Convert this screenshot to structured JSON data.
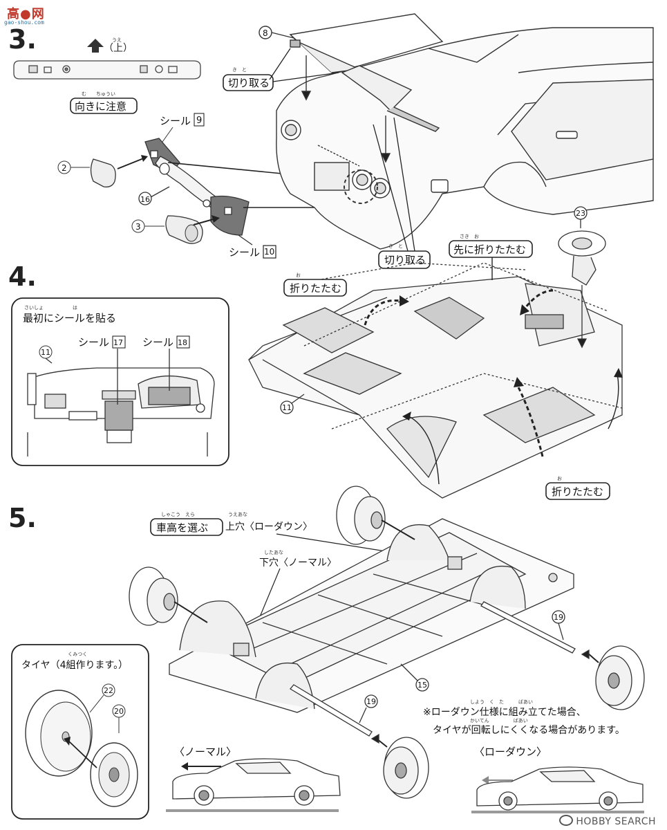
{
  "watermark": {
    "main": "高●网",
    "sub": "gao-shou.com"
  },
  "bottom_mark": "HOBBY SEARCH",
  "step3": {
    "number": "3.",
    "up_ruby": "うえ",
    "up_label": "（上）",
    "caution": "向きに注意",
    "caution_ruby": "む　　ちゅうい",
    "seal9_label": "シール",
    "seal9_num": "9",
    "seal10_label": "シール",
    "seal10_num": "10",
    "cut_label": "切り取る",
    "cut_ruby": "き　と",
    "parts": {
      "p2": "2",
      "p3": "3",
      "p8": "8",
      "p16": "16"
    }
  },
  "step4": {
    "number": "4.",
    "inset_title": "最初にシールを貼る",
    "inset_ruby": "さいしょ　　　　　　は",
    "seal17_label": "シール",
    "seal17_num": "17",
    "seal18_label": "シール",
    "seal18_num": "18",
    "fold": "折りたたむ",
    "fold_ruby": "お",
    "fold_first": "先に折りたたむ",
    "fold_first_ruby": "さき　お",
    "parts": {
      "p11": "11",
      "p23": "23"
    }
  },
  "step5": {
    "number": "5.",
    "height_label": "車高を選ぶ",
    "height_ruby": "しゃこう　えら",
    "upper_hole": "上穴〈ローダウン〉",
    "upper_ruby": "うえあな",
    "lower_hole": "下穴〈ノーマル〉",
    "lower_ruby": "したあな",
    "tire_title": "タイヤ（4組作ります。）",
    "tire_ruby": "くみつく",
    "note_line1": "※ローダウン仕様に組み立てた場合、",
    "note_line1_ruby": "しよう　く　た　　　ばあい",
    "note_line2": "タイヤが回転しにくくなる場合があります。",
    "note_line2_ruby": "かいてん　　　　　ばあい",
    "normal_label": "〈ノーマル〉",
    "lowdown_label": "〈ローダウン〉",
    "parts": {
      "p15": "15",
      "p19": "19",
      "p20": "20",
      "p22": "22"
    }
  }
}
